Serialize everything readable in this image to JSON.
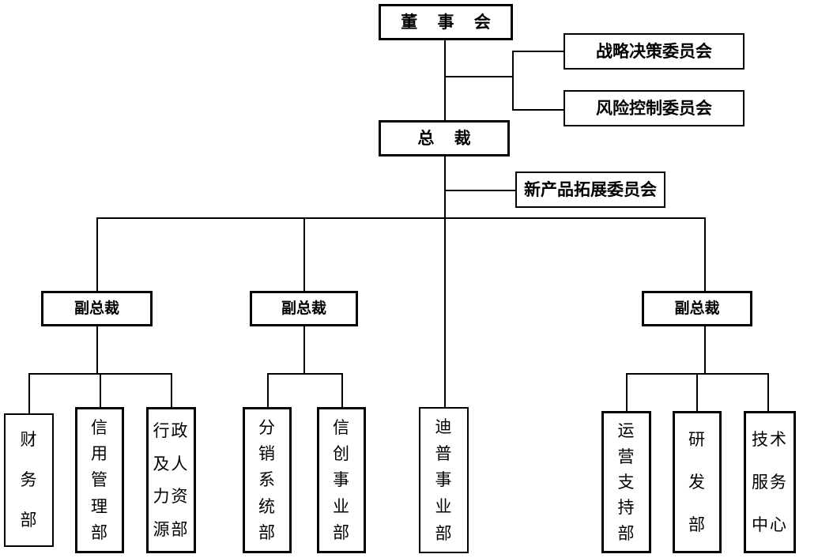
{
  "chart_data": {
    "type": "diagram",
    "title": "",
    "nodes": [
      {
        "id": "board",
        "label": "董 事 会",
        "level": 0
      },
      {
        "id": "committee1",
        "label": "战略决策委员会",
        "level": 1
      },
      {
        "id": "committee2",
        "label": "风险控制委员会",
        "level": 1
      },
      {
        "id": "president",
        "label": "总  裁",
        "level": 1
      },
      {
        "id": "committee3",
        "label": "新产品拓展委员会",
        "level": 2
      },
      {
        "id": "vp1",
        "label": "副总裁",
        "level": 2
      },
      {
        "id": "vp2",
        "label": "副总裁",
        "level": 2
      },
      {
        "id": "vp3",
        "label": "副总裁",
        "level": 2
      },
      {
        "id": "dept-finance",
        "label": "财务部",
        "level": 3
      },
      {
        "id": "dept-credit",
        "label": "信用管理部",
        "level": 3
      },
      {
        "id": "dept-admin-hr",
        "label": "行政及人力资源部",
        "level": 3
      },
      {
        "id": "dept-distrib",
        "label": "分销系统部",
        "level": 3
      },
      {
        "id": "dept-xinchuang",
        "label": "信创事业部",
        "level": 3
      },
      {
        "id": "dept-dptech",
        "label": "迪普事业部",
        "level": 3
      },
      {
        "id": "dept-ops",
        "label": "运营支持部",
        "level": 3
      },
      {
        "id": "dept-rd",
        "label": "研发部",
        "level": 3
      },
      {
        "id": "dept-techsvc",
        "label": "技术服务中心",
        "level": 3
      }
    ],
    "edges": [
      {
        "from": "board",
        "to": "president"
      },
      {
        "from": "board",
        "to": "committee1"
      },
      {
        "from": "board",
        "to": "committee2"
      },
      {
        "from": "president",
        "to": "committee3"
      },
      {
        "from": "president",
        "to": "vp1"
      },
      {
        "from": "president",
        "to": "vp2"
      },
      {
        "from": "president",
        "to": "vp3"
      },
      {
        "from": "president",
        "to": "dept-dptech"
      },
      {
        "from": "vp1",
        "to": "dept-finance"
      },
      {
        "from": "vp1",
        "to": "dept-credit"
      },
      {
        "from": "vp1",
        "to": "dept-admin-hr"
      },
      {
        "from": "vp2",
        "to": "dept-distrib"
      },
      {
        "from": "vp2",
        "to": "dept-xinchuang"
      },
      {
        "from": "vp3",
        "to": "dept-ops"
      },
      {
        "from": "vp3",
        "to": "dept-rd"
      },
      {
        "from": "vp3",
        "to": "dept-techsvc"
      }
    ]
  },
  "top": {
    "board": "董 事 会",
    "president": "总  裁"
  },
  "committees": {
    "strategy": "战略决策委员会",
    "risk": "风险控制委员会",
    "new_product": "新产品拓展委员会"
  },
  "vps": {
    "vp1": "副总裁",
    "vp2": "副总裁",
    "vp3": "副总裁"
  },
  "departments": {
    "finance": {
      "rows": [
        "财",
        "务",
        "部"
      ]
    },
    "credit": {
      "rows": [
        "信",
        "用",
        "管",
        "理",
        "部"
      ]
    },
    "admin_hr": {
      "rows": [
        "行政",
        "及人",
        "力资",
        "源部"
      ]
    },
    "distribution": {
      "rows": [
        "分",
        "销",
        "系",
        "统",
        "部"
      ]
    },
    "xinchuang": {
      "rows": [
        "信",
        "创",
        "事",
        "业",
        "部"
      ]
    },
    "dptech": {
      "rows": [
        "迪",
        "普",
        "事",
        "业",
        "部"
      ]
    },
    "operations": {
      "rows": [
        "运",
        "营",
        "支",
        "持",
        "部"
      ]
    },
    "rd": {
      "rows": [
        "研",
        "发",
        "部"
      ]
    },
    "tech_service": {
      "rows": [
        "技术",
        "服务",
        "中心"
      ]
    }
  },
  "colors": {
    "line": "#000000",
    "box_border": "#000000",
    "background": "#ffffff",
    "text": "#000000"
  }
}
